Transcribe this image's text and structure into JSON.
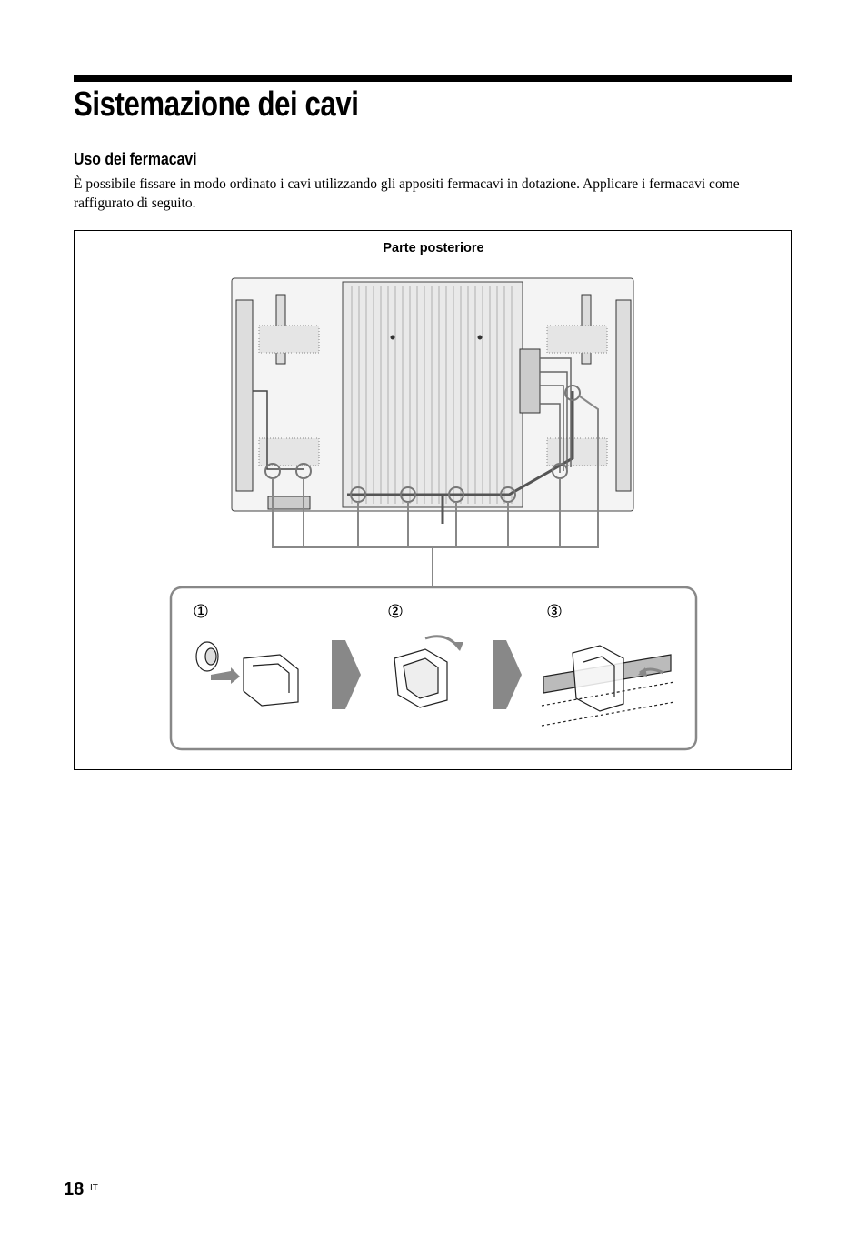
{
  "page": {
    "title": "Sistemazione dei cavi",
    "subtitle": "Uso dei fermacavi",
    "body": "È possibile fissare in modo ordinato i cavi utilizzando gli appositi fermacavi in dotazione. Applicare i fermacavi come raffigurato di seguito.",
    "page_number": "18",
    "page_lang": "IT"
  },
  "figure": {
    "caption": "Parte posteriore",
    "steps": [
      "1",
      "2",
      "3"
    ]
  }
}
